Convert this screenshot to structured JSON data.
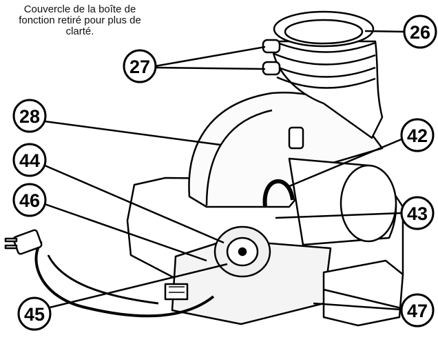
{
  "note": {
    "lines": [
      "Couvercle de la boîte de",
      "fonction retiré pour plus de",
      "clarté."
    ]
  },
  "callouts": [
    {
      "id": "c26",
      "label": "26",
      "part": "flue-pipe-collar"
    },
    {
      "id": "c27",
      "label": "27",
      "part": "hose-clamps"
    },
    {
      "id": "c28",
      "label": "28",
      "part": "blower-housing"
    },
    {
      "id": "c42",
      "label": "42",
      "part": "pressure-switch-tube"
    },
    {
      "id": "c43",
      "label": "43",
      "part": "pressure-tap-hose"
    },
    {
      "id": "c44",
      "label": "44",
      "part": "motor-wire-harness"
    },
    {
      "id": "c45",
      "label": "45",
      "part": "ground-wire"
    },
    {
      "id": "c46",
      "label": "46",
      "part": "motor-connector"
    },
    {
      "id": "c47",
      "label": "47",
      "part": "junction-box-screws"
    }
  ],
  "colors": {
    "line": "#000000",
    "fill": "#ffffff",
    "shade": "#e8e8e8"
  }
}
